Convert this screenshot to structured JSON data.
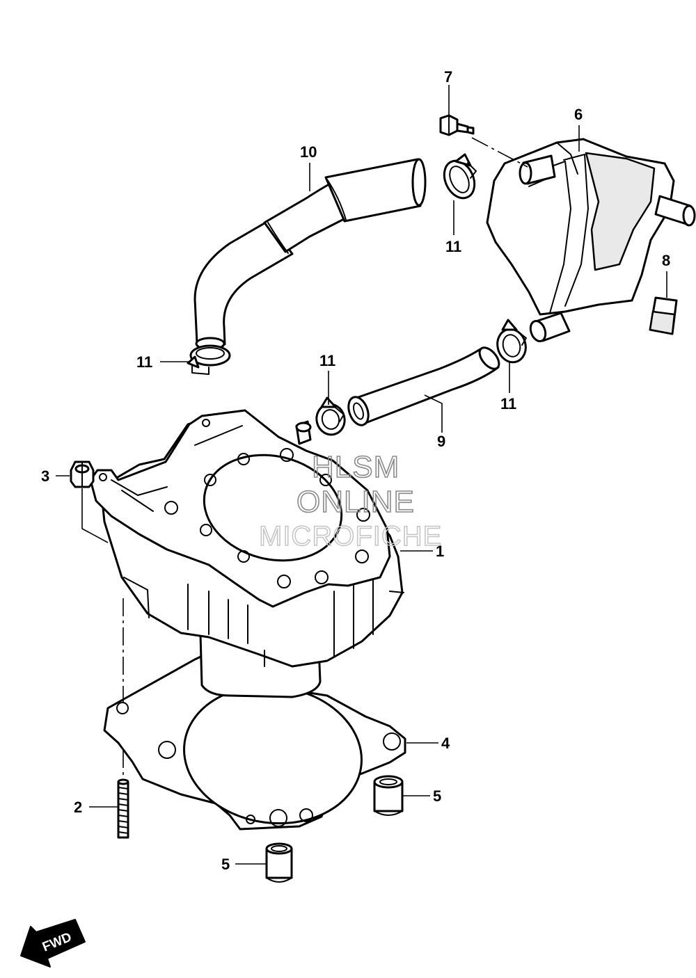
{
  "watermark": {
    "line1": "HLSM",
    "line2": "ONLINE",
    "line3": "MICROFICHE"
  },
  "direction_badge": {
    "label": "FWD"
  },
  "callouts": [
    {
      "id": "c1",
      "label": "1"
    },
    {
      "id": "c2",
      "label": "2"
    },
    {
      "id": "c3",
      "label": "3"
    },
    {
      "id": "c4",
      "label": "4"
    },
    {
      "id": "c5a",
      "label": "5"
    },
    {
      "id": "c5b",
      "label": "5"
    },
    {
      "id": "c6",
      "label": "6"
    },
    {
      "id": "c7",
      "label": "7"
    },
    {
      "id": "c8",
      "label": "8"
    },
    {
      "id": "c9",
      "label": "9"
    },
    {
      "id": "c10",
      "label": "10"
    },
    {
      "id": "c11a",
      "label": "11"
    },
    {
      "id": "c11b",
      "label": "11"
    },
    {
      "id": "c11c",
      "label": "11"
    },
    {
      "id": "c11d",
      "label": "11"
    }
  ]
}
